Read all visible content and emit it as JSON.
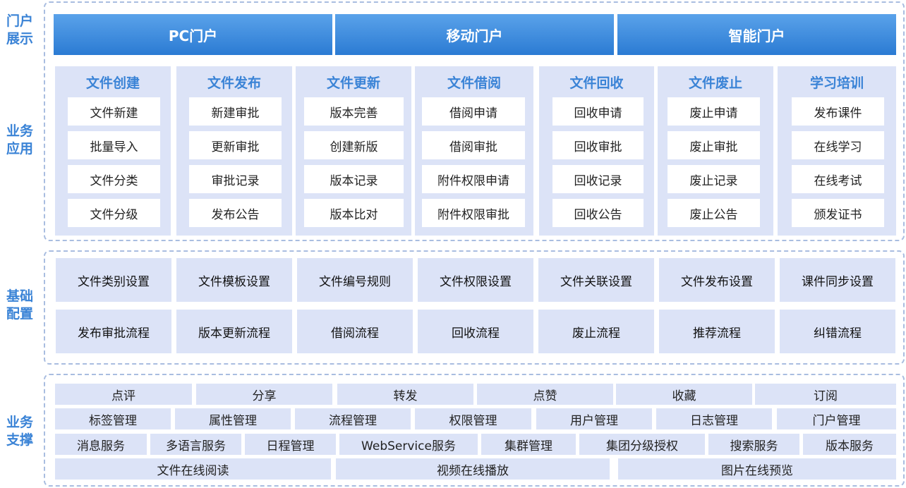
{
  "side_labels": {
    "portal": [
      "门户",
      "展示"
    ],
    "business": [
      "业务",
      "应用"
    ],
    "config": [
      "基础",
      "配置"
    ],
    "support": [
      "业务",
      "支撑"
    ]
  },
  "portals": [
    "PC门户",
    "移动门户",
    "智能门户"
  ],
  "business_columns": [
    {
      "title": "文件创建",
      "items": [
        "文件新建",
        "批量导入",
        "文件分类",
        "文件分级"
      ]
    },
    {
      "title": "文件发布",
      "items": [
        "新建审批",
        "更新审批",
        "审批记录",
        "发布公告"
      ]
    },
    {
      "title": "文件更新",
      "items": [
        "版本完善",
        "创建新版",
        "版本记录",
        "版本比对"
      ]
    },
    {
      "title": "文件借阅",
      "items": [
        "借阅申请",
        "借阅审批",
        "附件权限申请",
        "附件权限审批"
      ]
    },
    {
      "title": "文件回收",
      "items": [
        "回收申请",
        "回收审批",
        "回收记录",
        "回收公告"
      ]
    },
    {
      "title": "文件废止",
      "items": [
        "废止申请",
        "废止审批",
        "废止记录",
        "废止公告"
      ]
    },
    {
      "title": "学习培训",
      "items": [
        "发布课件",
        "在线学习",
        "在线考试",
        "颁发证书"
      ]
    }
  ],
  "config_rows": [
    [
      "文件类别设置",
      "文件模板设置",
      "文件编号规则",
      "文件权限设置",
      "文件关联设置",
      "文件发布设置",
      "课件同步设置"
    ],
    [
      "发布审批流程",
      "版本更新流程",
      "借阅流程",
      "回收流程",
      "废止流程",
      "推荐流程",
      "纠错流程"
    ]
  ],
  "support_rows": [
    [
      "点评",
      "分享",
      "转发",
      "点赞",
      "收藏",
      "订阅"
    ],
    [
      "标签管理",
      "属性管理",
      "流程管理",
      "权限管理",
      "用户管理",
      "日志管理",
      "门户管理"
    ],
    [
      "消息服务",
      "多语言服务",
      "日程管理",
      "WebService服务",
      "集群管理",
      "集团分级授权",
      "搜索服务",
      "版本服务"
    ],
    [
      "文件在线阅读",
      "视频在线播放",
      "图片在线预览"
    ]
  ]
}
